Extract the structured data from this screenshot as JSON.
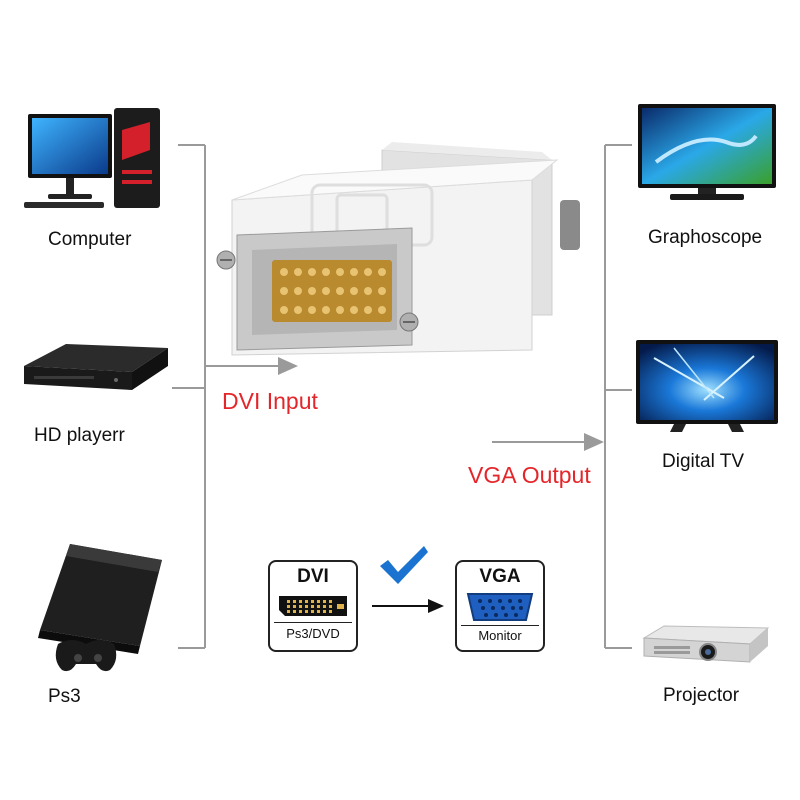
{
  "inputs": [
    {
      "label": "Computer"
    },
    {
      "label": "HD playerr"
    },
    {
      "label": "Ps3"
    }
  ],
  "outputs": [
    {
      "label": "Graphoscope"
    },
    {
      "label": "Digital  TV"
    },
    {
      "label": "Projector"
    }
  ],
  "flow": {
    "input_label": "DVI Input",
    "output_label": "VGA Output"
  },
  "legend": {
    "dvi_title": "DVI",
    "dvi_sub": "Ps3/DVD",
    "vga_title": "VGA",
    "vga_sub": "Monitor"
  },
  "colors": {
    "accent_red": "#e4262a",
    "check_blue": "#1a73d0",
    "line_gray": "#9a9a9a"
  }
}
